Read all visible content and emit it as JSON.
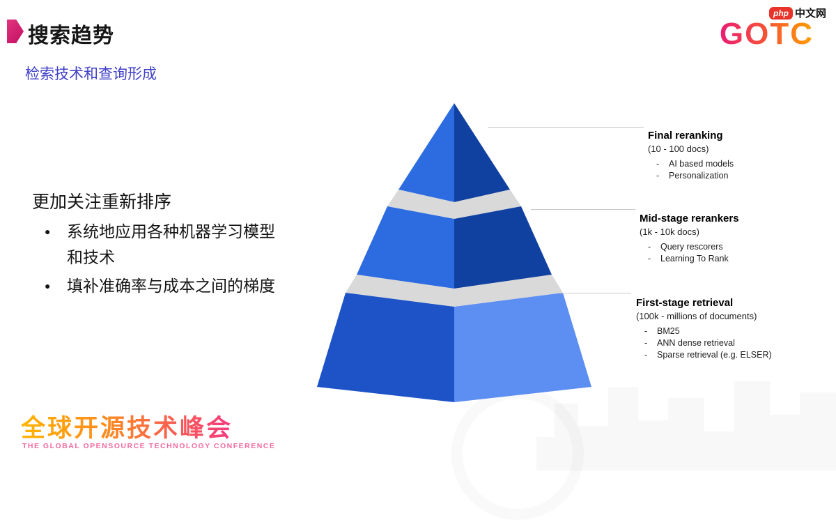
{
  "header": {
    "title": "搜索趋势",
    "subtitle": "检索技术和查询形成"
  },
  "logos": {
    "php_badge_text": "php",
    "php_suffix": "中文网",
    "gotc_text": "GOTC"
  },
  "left_panel": {
    "heading": "更加关注重新排序",
    "bullets": [
      "系统地应用各种机器学习模型和技术",
      "填补准确率与成本之间的梯度"
    ]
  },
  "pyramid": {
    "colors": {
      "top_left": "#2d6be0",
      "top_right": "#1141a0",
      "mid_left": "#2d6be0",
      "mid_right": "#1141a0",
      "bottom_left": "#1d53c6",
      "bottom_right": "#5d8ef2",
      "band": "#d9d9d9"
    },
    "tiers": [
      {
        "title": "Final reranking",
        "subtitle": "(10 - 100 docs)",
        "items": [
          "AI based models",
          "Personalization"
        ]
      },
      {
        "title": "Mid-stage rerankers",
        "subtitle": "(1k - 10k docs)",
        "items": [
          "Query rescorers",
          "Learning To Rank"
        ]
      },
      {
        "title": "First-stage retrieval",
        "subtitle": "(100k - millions of documents)",
        "items": [
          "BM25",
          "ANN dense retrieval",
          "Sparse retrieval (e.g. ELSER)"
        ]
      }
    ]
  },
  "footer": {
    "brand": "全球开源技术峰会",
    "tagline": "THE GLOBAL OPENSOURCE TECHNOLOGY CONFERENCE"
  },
  "accent_colors": {
    "title_arrow": "#c40f63",
    "subtitle_blue": "#3f3fc8",
    "gotc_gradient_start": "#ea1c74",
    "gotc_gradient_end": "#ffa000",
    "brand_gradient_start": "#ffb400",
    "brand_gradient_end": "#f4387f",
    "php_badge_red": "#e8332a"
  }
}
